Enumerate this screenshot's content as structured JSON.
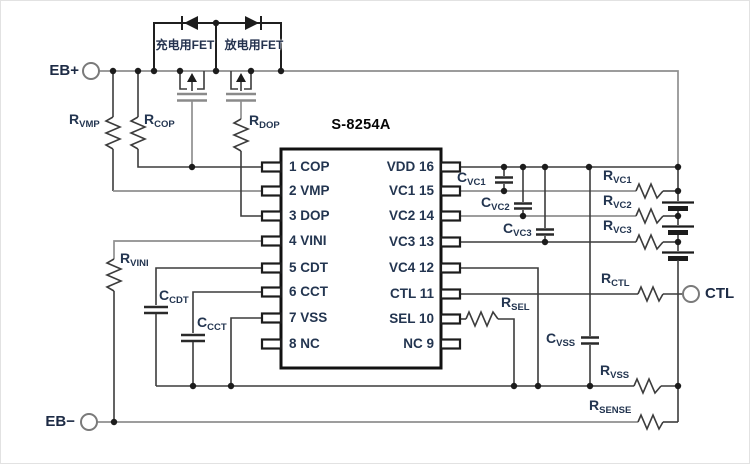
{
  "ic": {
    "name": "S-8254A",
    "left_pins": [
      "1 COP",
      "2 VMP",
      "3 DOP",
      "4 VINI",
      "5 CDT",
      "6 CCT",
      "7 VSS",
      "8 NC"
    ],
    "right_pins": [
      "VDD 16",
      "VC1 15",
      "VC2 14",
      "VC3 13",
      "VC4 12",
      "CTL 11",
      "SEL 10",
      "NC 9"
    ]
  },
  "terminals": {
    "eb_plus": "EB+",
    "eb_minus": "EB−",
    "ctl": "CTL"
  },
  "fet_labels": {
    "charge": "充电用FET",
    "discharge": "放电用FET"
  },
  "components": {
    "rvmp": {
      "base": "R",
      "sub": "VMP"
    },
    "rcop": {
      "base": "R",
      "sub": "COP"
    },
    "rdop": {
      "base": "R",
      "sub": "DOP"
    },
    "rvini": {
      "base": "R",
      "sub": "VINI"
    },
    "ccdt": {
      "base": "C",
      "sub": "CDT"
    },
    "ccct": {
      "base": "C",
      "sub": "CCT"
    },
    "cvc1": {
      "base": "C",
      "sub": "VC1"
    },
    "cvc2": {
      "base": "C",
      "sub": "VC2"
    },
    "cvc3": {
      "base": "C",
      "sub": "VC3"
    },
    "cvss": {
      "base": "C",
      "sub": "VSS"
    },
    "rvc1": {
      "base": "R",
      "sub": "VC1"
    },
    "rvc2": {
      "base": "R",
      "sub": "VC2"
    },
    "rvc3": {
      "base": "R",
      "sub": "VC3"
    },
    "rctl": {
      "base": "R",
      "sub": "CTL"
    },
    "rsel": {
      "base": "R",
      "sub": "SEL"
    },
    "rvss": {
      "base": "R",
      "sub": "VSS"
    },
    "rsense": {
      "base": "R",
      "sub": "SENSE"
    }
  },
  "colors": {
    "background": "#ffffff",
    "wire": "#3c3c3c",
    "wire_light": "#8f8f8f",
    "label_text": "#233550",
    "ic_title_text": "#050505"
  }
}
